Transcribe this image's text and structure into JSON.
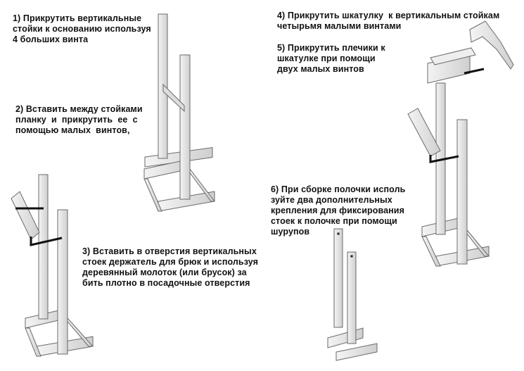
{
  "steps": [
    {
      "id": "1",
      "lines": [
        "1) Прикрутить вертикальные",
        "стойки к основанию используя",
        "4 больших винта"
      ]
    },
    {
      "id": "2",
      "lines": [
        "2) Вставить между стойками",
        "планку  и  прикрутить  ее  с",
        "помощью малых  винтов,"
      ]
    },
    {
      "id": "3",
      "lines": [
        "3) Вставить в отверстия вертикальных",
        "стоек держатель для брюк и используя",
        "деревянный молоток (или брусок) за",
        "бить плотно в посадочные отверстия"
      ]
    },
    {
      "id": "4",
      "lines": [
        "4) Прикрутить шкатулку  к вертикальным стойкам",
        "четырьмя малыми винтами"
      ]
    },
    {
      "id": "5",
      "lines": [
        "5) Прикрутить плечики к",
        "шкатулке при помощи",
        "двух малых винтов"
      ]
    },
    {
      "id": "6",
      "lines": [
        "6) При сборке полочки исполь",
        "зуйте два дополнительных",
        "крепления для фиксирования",
        "стоек к полочке при помощи",
        "шурупов"
      ]
    }
  ]
}
